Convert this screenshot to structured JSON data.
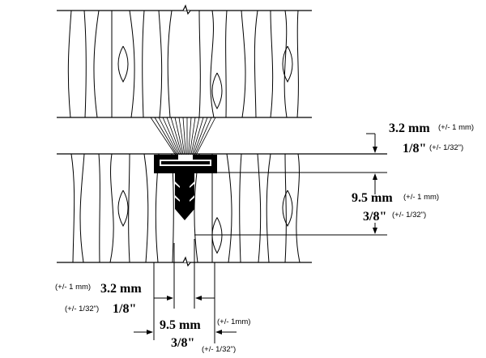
{
  "labels": {
    "right_gap_mm": "3.2 mm",
    "right_gap_mm_tol": "(+/- 1 mm)",
    "right_gap_in": "1/8\"",
    "right_gap_in_tol": "(+/- 1/32\")",
    "right_depth_mm": "9.5 mm",
    "right_depth_mm_tol": "(+/- 1 mm)",
    "right_depth_in": "3/8\"",
    "right_depth_in_tol": "(+/- 1/32\")",
    "bottom_kerf_mm_tol": "(+/- 1 mm)",
    "bottom_kerf_mm": "3.2 mm",
    "bottom_kerf_in_tol": "(+/- 1/32\")",
    "bottom_kerf_in": "1/8\"",
    "bottom_width_mm": "9.5 mm",
    "bottom_width_mm_tol": "(+/- 1mm)",
    "bottom_width_in": "3/8\"",
    "bottom_width_in_tol": "(+/- 1/32\")"
  }
}
